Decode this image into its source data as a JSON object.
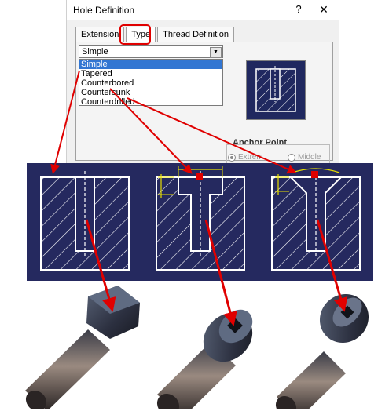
{
  "dialog": {
    "title": "Hole Definition",
    "help_label": "?",
    "close_label": "✕",
    "tabs": [
      {
        "label": "Extension"
      },
      {
        "label": "Type"
      },
      {
        "label": "Thread Definition"
      }
    ],
    "active_tab": "Type",
    "type_select": {
      "value": "Simple",
      "options": [
        "Simple",
        "Tapered",
        "Counterbored",
        "Countersunk",
        "Counterdrilled"
      ]
    },
    "anchor_point": {
      "label": "Anchor Point",
      "options": [
        {
          "label": "Extrem",
          "selected": true
        },
        {
          "label": "Middle",
          "selected": false
        }
      ]
    }
  },
  "colors": {
    "diagram_bg": "#25295f",
    "highlight": "#e00000",
    "dimension": "#e8e000",
    "selection": "#3276d2"
  },
  "diagrams": [
    {
      "name": "simple-hole"
    },
    {
      "name": "counterbored-hole"
    },
    {
      "name": "countersunk-hole"
    }
  ],
  "screws": [
    {
      "name": "hex-head-screw"
    },
    {
      "name": "socket-head-screw"
    },
    {
      "name": "countersunk-screw"
    }
  ]
}
